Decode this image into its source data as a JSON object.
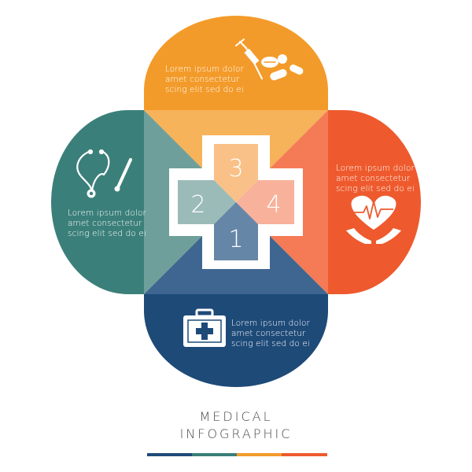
{
  "sections": [
    {
      "number": "3",
      "color": "#F39B2A",
      "icon": "syringe-and-pills-icon",
      "text": [
        "Lorem ipsum dolor",
        "amet  consectetur",
        "scing elit sed do ei"
      ]
    },
    {
      "number": "2",
      "color": "#3B7F7A",
      "icon": "stethoscope-and-thermometer-icon",
      "text": [
        "Lorem ipsum dolor",
        "amet  consectetur",
        "scing elit sed do ei"
      ]
    },
    {
      "number": "4",
      "color": "#EE5A2D",
      "icon": "heart-in-hands-icon",
      "text": [
        "Lorem ipsum dolor",
        "amet  consectetur",
        "scing elit sed do ei"
      ]
    },
    {
      "number": "1",
      "color": "#1E4A78",
      "icon": "first-aid-kit-icon",
      "text": [
        "Lorem ipsum dolor",
        "amet  consectetur",
        "scing elit sed do ei"
      ]
    }
  ],
  "title": {
    "line1": "MEDICAL",
    "line2": "INFOGRAPHIC"
  },
  "underline_colors": [
    "#1E4A78",
    "#3B7F7A",
    "#F39B2A",
    "#EE5A2D"
  ]
}
